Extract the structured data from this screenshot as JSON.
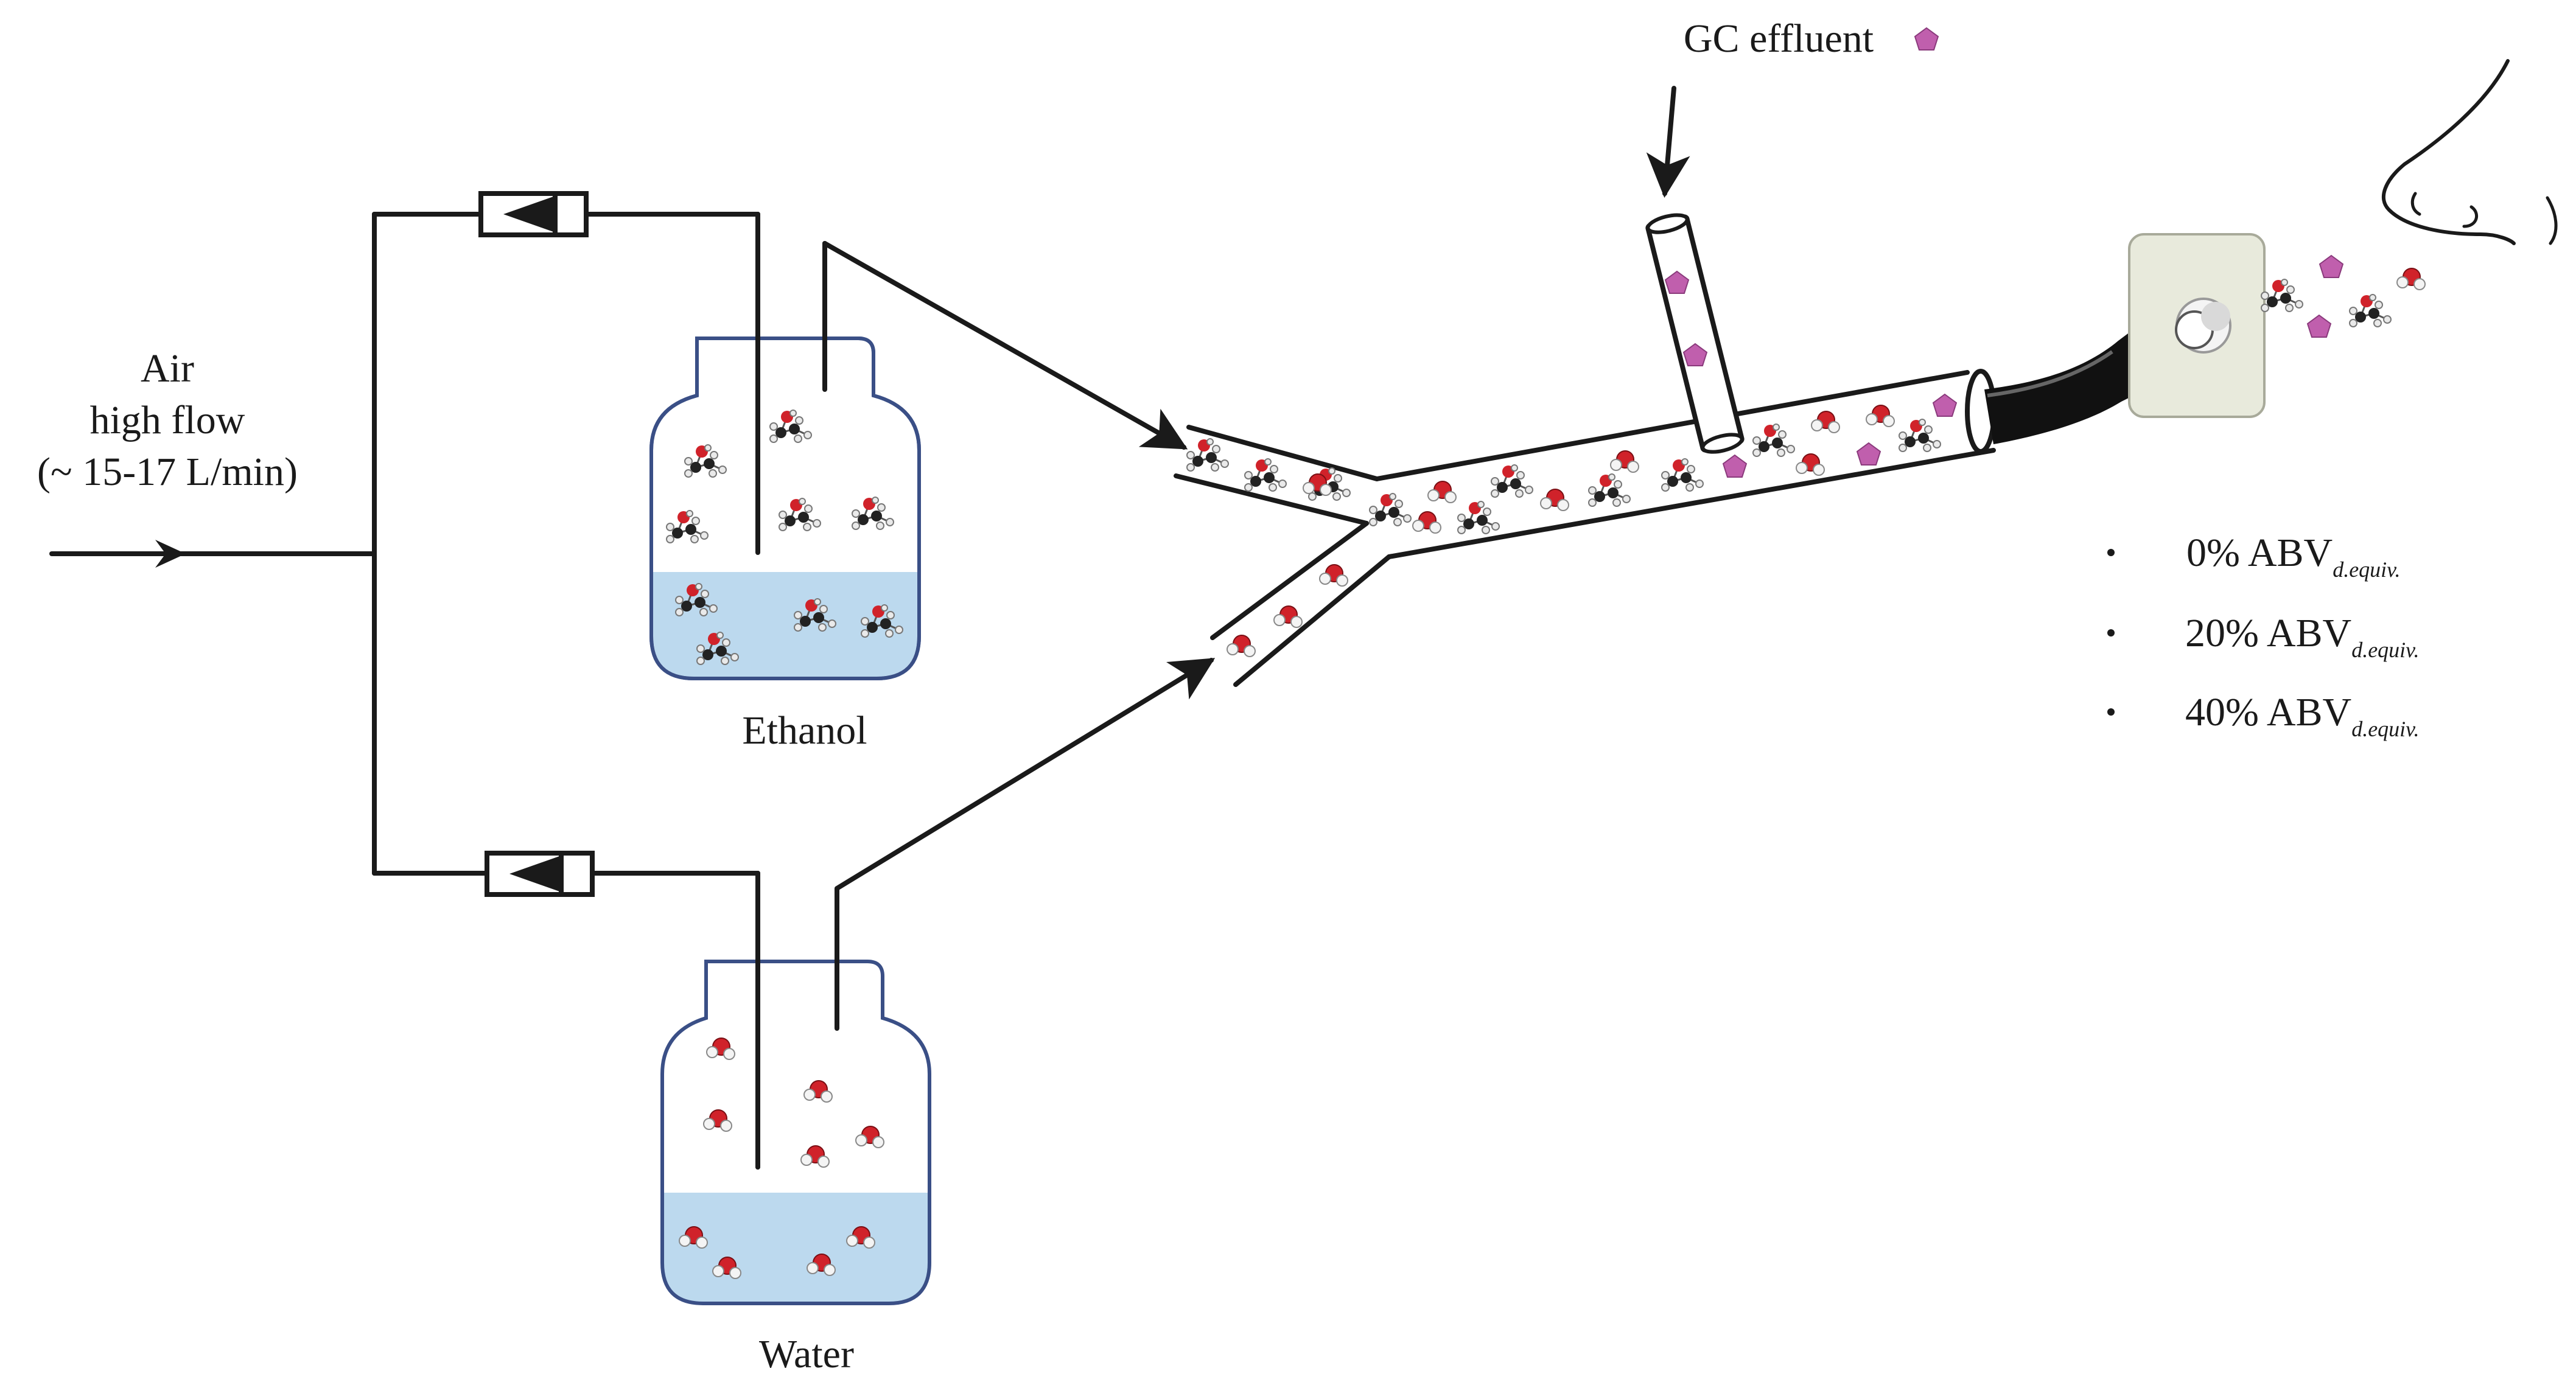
{
  "input": {
    "line1": "Air",
    "line2": "high flow",
    "line3": "(~ 15-17 L/min)"
  },
  "reservoirs": {
    "ethanol_label": "Ethanol",
    "water_label": "Water",
    "liquid_color": "#bcd9ee",
    "bottle_outline_color": "#3a4f86"
  },
  "injection": {
    "label": "GC effluent",
    "marker_icon": "pentagon-odorant-icon",
    "marker_color": "#c05fad"
  },
  "concentrations": [
    {
      "value": "0% ABV",
      "subscript": "d.equiv."
    },
    {
      "value": "20% ABV",
      "subscript": "d.equiv."
    },
    {
      "value": "40% ABV",
      "subscript": "d.equiv."
    }
  ],
  "colors": {
    "line": "#1a1a1a",
    "water_molecule_oxygen": "#d0222a",
    "ethanol_carbon": "#222222",
    "odorant": "#c05fad"
  }
}
